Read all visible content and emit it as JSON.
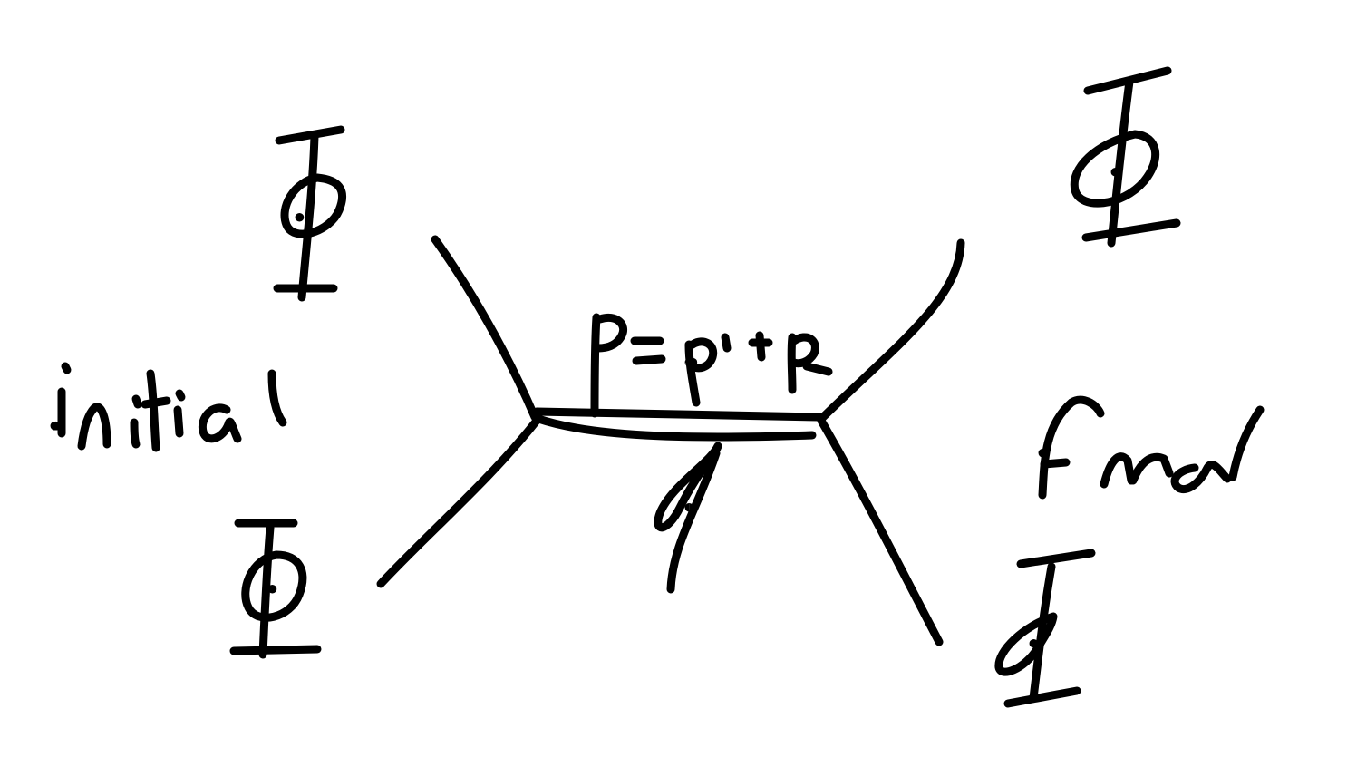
{
  "diagram": {
    "ink_color": "#000000",
    "background_color": "#ffffff",
    "labels": {
      "initial": "initial",
      "final": "final",
      "momentum": "P=p1+p2",
      "exchanged_particle": "ϕ"
    },
    "field_symbols": {
      "top_left": "Φ",
      "bottom_left": "Φ",
      "top_right": "Φ",
      "bottom_right": "Φ"
    }
  }
}
